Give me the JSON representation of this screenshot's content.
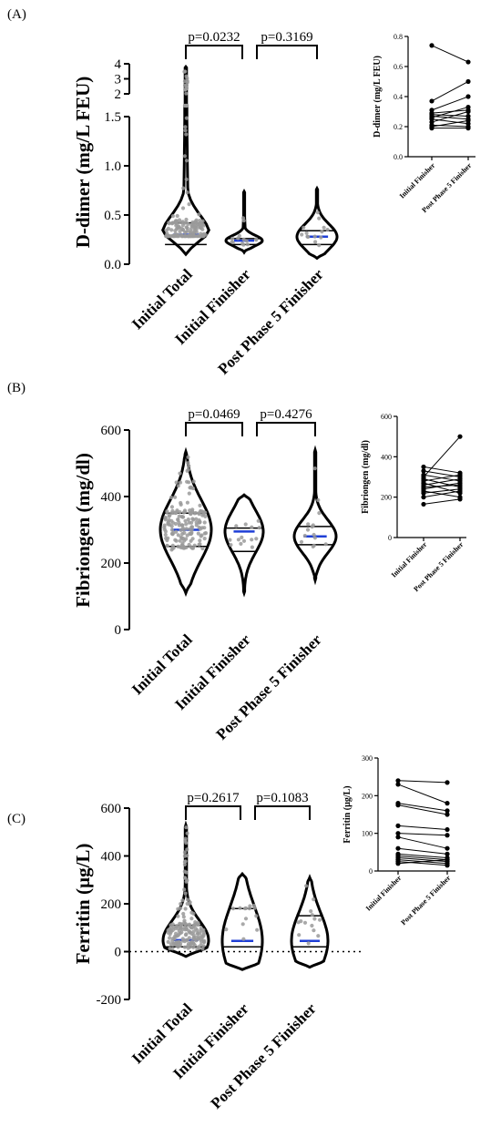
{
  "chart_data": [
    {
      "panel_label": "(A)",
      "type": "violin",
      "ylabel": "D-dimer (mg/L  FEU)",
      "categories": [
        "Initial Total",
        "Initial Finisher",
        "Post Phase 5 Finisher"
      ],
      "ytick_labels_lower": [
        "0.0",
        "0.5",
        "1.0",
        "1.5"
      ],
      "ytick_labels_upper": [
        "2",
        "3",
        "4"
      ],
      "ylim": [
        0,
        4
      ],
      "axis_break": [
        1.5,
        2
      ],
      "medians": [
        0.3,
        0.24,
        0.28
      ],
      "quartiles": [
        [
          0.2,
          0.42
        ],
        [
          0.2,
          0.26
        ],
        [
          0.2,
          0.34
        ]
      ],
      "ranges": [
        [
          0.1,
          3.8
        ],
        [
          0.12,
          0.74
        ],
        [
          0.06,
          0.77
        ]
      ],
      "comparisons": [
        {
          "label": "p=0.0232",
          "groups": [
            0,
            1
          ]
        },
        {
          "label": "p=0.3169",
          "groups": [
            1,
            2
          ]
        }
      ],
      "inset": {
        "type": "paired-line",
        "ylabel": "D-dimer (mg/L  FEU)",
        "categories": [
          "Initial Finisher",
          "Post Phase 5 Finisher"
        ],
        "ytick_labels": [
          "0.0",
          "0.2",
          "0.4",
          "0.6",
          "0.8"
        ],
        "ylim": [
          0,
          0.8
        ],
        "pairs": [
          [
            0.74,
            0.63
          ],
          [
            0.37,
            0.5
          ],
          [
            0.31,
            0.4
          ],
          [
            0.29,
            0.31
          ],
          [
            0.28,
            0.27
          ],
          [
            0.27,
            0.25
          ],
          [
            0.26,
            0.33
          ],
          [
            0.25,
            0.22
          ],
          [
            0.23,
            0.3
          ],
          [
            0.21,
            0.2
          ],
          [
            0.2,
            0.24
          ],
          [
            0.19,
            0.19
          ]
        ]
      }
    },
    {
      "panel_label": "(B)",
      "type": "violin",
      "ylabel": "Fibriongen (mg/dl)",
      "categories": [
        "Initial Total",
        "Initial Finisher",
        "Post Phase 5 Finisher"
      ],
      "ytick_labels": [
        "0",
        "200",
        "400",
        "600"
      ],
      "ylim": [
        0,
        600
      ],
      "medians": [
        300,
        295,
        280
      ],
      "quartiles": [
        [
          250,
          350
        ],
        [
          235,
          305
        ],
        [
          255,
          310
        ]
      ],
      "ranges": [
        [
          110,
          535
        ],
        [
          110,
          405
        ],
        [
          148,
          540
        ]
      ],
      "comparisons": [
        {
          "label": "p=0.0469",
          "groups": [
            0,
            1
          ]
        },
        {
          "label": "p=0.4276",
          "groups": [
            1,
            2
          ]
        }
      ],
      "inset": {
        "type": "paired-line",
        "ylabel": "Fibriongen (mg/dl)",
        "categories": [
          "Initial Finisher",
          "Post Phase 5 Finisher"
        ],
        "ytick_labels": [
          "0",
          "200",
          "400",
          "600"
        ],
        "ylim": [
          0,
          600
        ],
        "pairs": [
          [
            350,
            320
          ],
          [
            330,
            300
          ],
          [
            310,
            280
          ],
          [
            300,
            500
          ],
          [
            290,
            250
          ],
          [
            280,
            310
          ],
          [
            270,
            220
          ],
          [
            260,
            290
          ],
          [
            250,
            260
          ],
          [
            240,
            270
          ],
          [
            230,
            200
          ],
          [
            220,
            240
          ],
          [
            200,
            230
          ],
          [
            165,
            190
          ]
        ]
      }
    },
    {
      "panel_label": "(C)",
      "type": "violin",
      "ylabel": "Ferritin (µg/L)",
      "categories": [
        "Initial Total",
        "Initial Finisher",
        "Post Phase 5 Finisher"
      ],
      "ytick_labels": [
        "-200",
        "0",
        "200",
        "400",
        "600"
      ],
      "ylim": [
        -200,
        600
      ],
      "medians": [
        48,
        45,
        45
      ],
      "quartiles": [
        [
          20,
          110
        ],
        [
          20,
          180
        ],
        [
          20,
          150
        ]
      ],
      "ranges": [
        [
          -20,
          530
        ],
        [
          -75,
          325
        ],
        [
          -65,
          310
        ]
      ],
      "reference_line": 0,
      "comparisons": [
        {
          "label": "p=0.2617",
          "groups": [
            0,
            1
          ]
        },
        {
          "label": "p=0.1083",
          "groups": [
            1,
            2
          ]
        }
      ],
      "inset": {
        "type": "paired-line",
        "ylabel": "Ferritin (µg/L)",
        "categories": [
          "Initial Finisher",
          "Post Phase 5 Finisher"
        ],
        "ytick_labels": [
          "0",
          "100",
          "200",
          "300"
        ],
        "ylim": [
          0,
          300
        ],
        "pairs": [
          [
            240,
            235
          ],
          [
            230,
            180
          ],
          [
            180,
            160
          ],
          [
            175,
            150
          ],
          [
            120,
            110
          ],
          [
            100,
            95
          ],
          [
            90,
            60
          ],
          [
            60,
            45
          ],
          [
            45,
            35
          ],
          [
            40,
            30
          ],
          [
            35,
            25
          ],
          [
            30,
            20
          ],
          [
            25,
            15
          ],
          [
            20,
            30
          ]
        ]
      }
    }
  ]
}
